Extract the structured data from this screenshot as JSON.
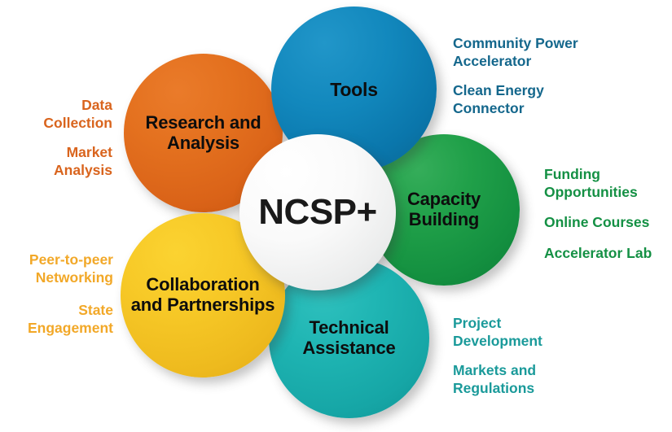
{
  "diagram": {
    "center": {
      "label": "NCSP+",
      "color": "#1a1a1a",
      "background": "#ffffff"
    },
    "petals": [
      {
        "id": "tools",
        "label": "Tools",
        "color": "#0a76ab",
        "position": "top"
      },
      {
        "id": "research",
        "label": "Research\nand\nAnalysis",
        "color": "#da6318",
        "position": "upper-left"
      },
      {
        "id": "capacity",
        "label": "Capacity\nBuilding",
        "color": "#149040",
        "position": "right"
      },
      {
        "id": "collaboration",
        "label": "Collaboration\nand\nPartnerships",
        "color": "#eeba1e",
        "position": "lower-left"
      },
      {
        "id": "technical",
        "label": "Technical\nAssistance",
        "color": "#16a6a6",
        "position": "bottom"
      }
    ],
    "callouts": {
      "tools": {
        "color": "#14678c",
        "items": [
          "Community Power\nAccelerator",
          "Clean Energy\nConnector"
        ]
      },
      "capacity": {
        "color": "#149044",
        "items": [
          "Funding\nOpportunities",
          "Online Courses",
          "Accelerator Lab"
        ]
      },
      "technical": {
        "color": "#1a9a9a",
        "items": [
          "Project\nDevelopment",
          "Markets and\nRegulations"
        ]
      },
      "research": {
        "color": "#d9641d",
        "items": [
          "Data\nCollection",
          "Market\nAnalysis"
        ]
      },
      "collaboration": {
        "color": "#f2a828",
        "items": [
          "Peer-to-peer\nNetworking",
          "State\nEngagement"
        ]
      }
    }
  }
}
